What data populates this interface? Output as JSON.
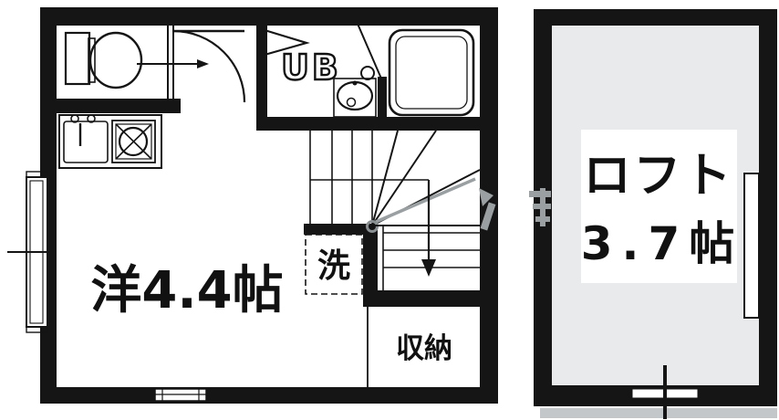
{
  "colors": {
    "wall": "#151515",
    "line": "#151515",
    "loft_interior": "#e8eaec",
    "loft_shadow": "#c3c7c9",
    "watermark": "#9aa0a2",
    "background": "#ffffff"
  },
  "main_floor": {
    "room_label": "洋4.4帖",
    "bath_label": "UB",
    "washer_label": "洗",
    "storage_label": "収納"
  },
  "loft": {
    "name_label": "ロフト",
    "size_label": "3.7帖"
  }
}
